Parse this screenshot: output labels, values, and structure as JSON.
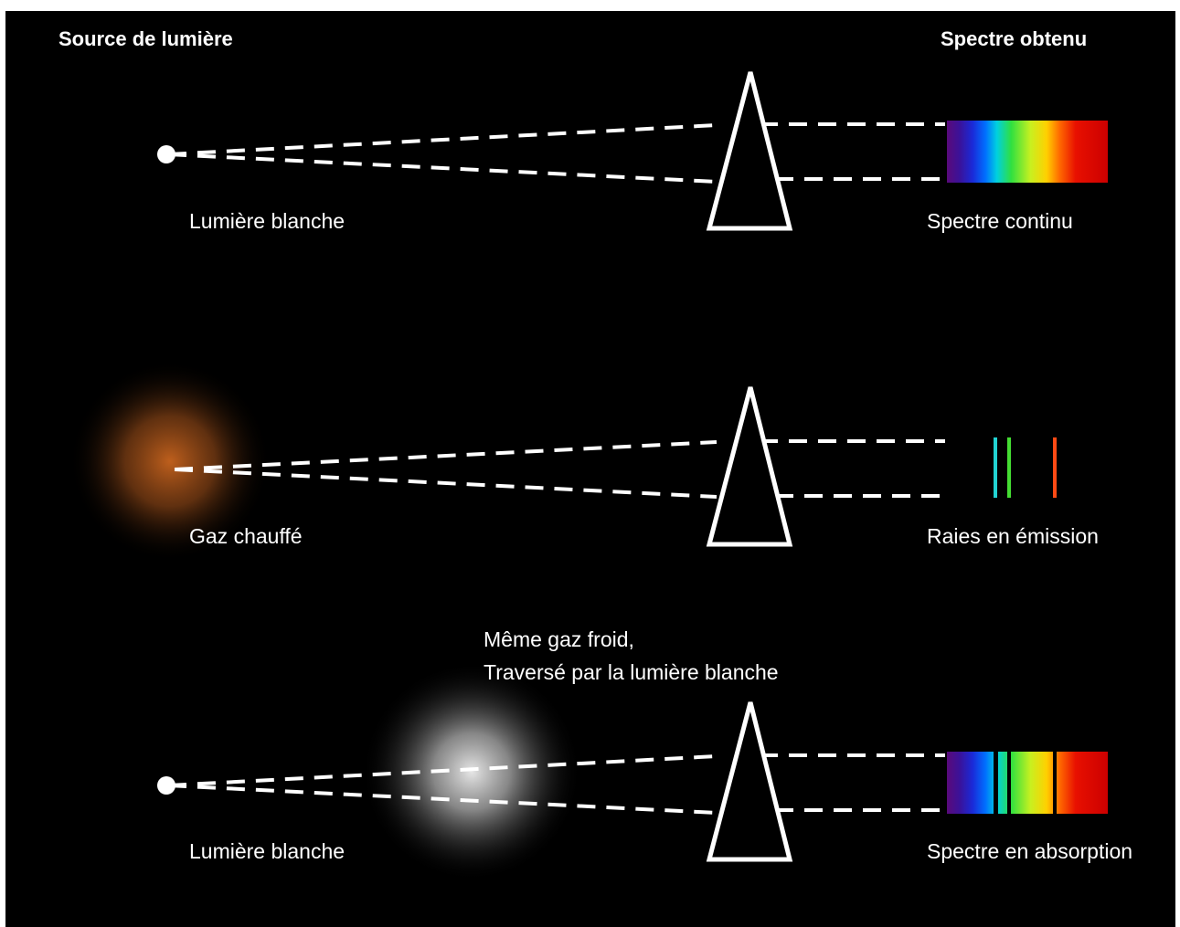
{
  "headers": {
    "source": "Source de lumière",
    "spectrum": "Spectre obtenu"
  },
  "rows": [
    {
      "source_label": "Lumière blanche",
      "spectrum_label": "Spectre continu",
      "source_type": "white-point",
      "spectrum_type": "continuous"
    },
    {
      "source_label": "Gaz chauffé",
      "spectrum_label": "Raies en émission",
      "source_type": "hot-gas-glow",
      "spectrum_type": "emission",
      "emission_lines": [
        {
          "color": "#22d3d3"
        },
        {
          "color": "#44dd33"
        },
        {
          "color": "#ff4a14"
        }
      ]
    },
    {
      "source_label": "Lumière blanche",
      "spectrum_label": "Spectre en absorption",
      "source_type": "white-point",
      "spectrum_type": "absorption",
      "cold_gas_label_line1": "Même gaz froid,",
      "cold_gas_label_line2": "Traversé par la lumière blanche"
    }
  ],
  "colors": {
    "background": "#000000",
    "foreground": "#ffffff",
    "hot_gas_glow": "#c8641e",
    "cold_gas_glow": "#dcdcdc",
    "spectrum_stops": [
      "#5a0a7a",
      "#2a1aa0",
      "#0050ff",
      "#00d0e0",
      "#30e040",
      "#c8f020",
      "#ffc000",
      "#ff5000",
      "#e00000",
      "#d00000"
    ]
  },
  "icons": {
    "prism": "triangle-outline-prism",
    "source": "white-dot-icon",
    "rays": "dashed-light-rays"
  }
}
